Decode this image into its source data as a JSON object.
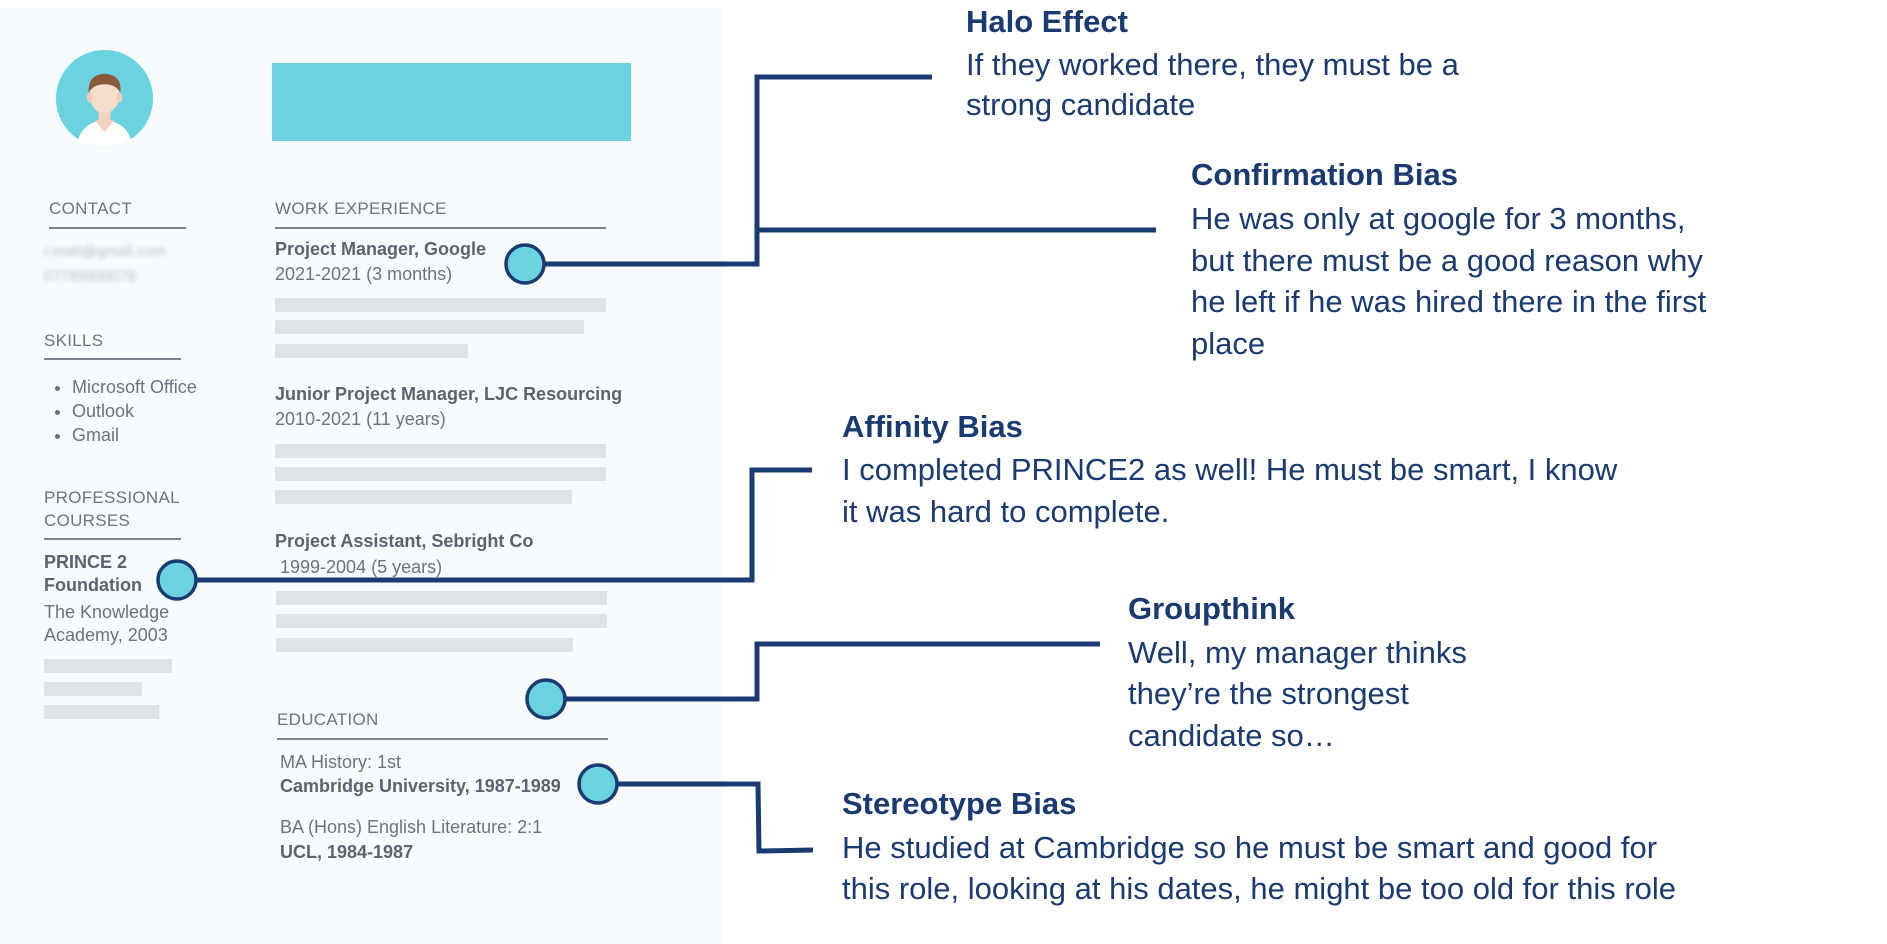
{
  "resume": {
    "contact": {
      "heading": "CONTACT",
      "email": "r.matt@gmail.com",
      "phone": "07789900078"
    },
    "skills": {
      "heading": "SKILLS",
      "items": [
        "Microsoft Office",
        "Outlook",
        "Gmail"
      ]
    },
    "courses": {
      "heading_line1": "PROFESSIONAL",
      "heading_line2": "COURSES",
      "name_line1": "PRINCE 2",
      "name_line2": "Foundation",
      "provider_line1": "The Knowledge",
      "provider_line2": "Academy, 2003"
    },
    "work": {
      "heading": "WORK EXPERIENCE",
      "jobs": [
        {
          "title": "Project Manager, Google",
          "dates": "2021-2021 (3 months)"
        },
        {
          "title": "Junior Project Manager, LJC Resourcing",
          "dates": "2010-2021 (11 years)"
        },
        {
          "title": "Project Assistant, Sebright Co",
          "dates": "1999-2004 (5 years)"
        }
      ]
    },
    "education": {
      "heading": "EDUCATION",
      "entries": [
        {
          "degree": "MA History: 1st",
          "school": "Cambridge University, 1987-1989"
        },
        {
          "degree": "BA (Hons) English Literature: 2:1",
          "school": "UCL, 1984-1987"
        }
      ]
    }
  },
  "annotations": {
    "halo": {
      "title": "Halo Effect",
      "line1": "If they worked there, they must be a",
      "line2": "strong candidate"
    },
    "confirmation": {
      "title": "Confirmation Bias",
      "line1": "He was only at google for 3 months,",
      "line2": "but there must be a good reason why",
      "line3": "he left if he was hired there in the first",
      "line4": "place"
    },
    "affinity": {
      "title": "Affinity Bias",
      "line1": "I completed PRINCE2 as well! He must be smart, I know",
      "line2": "it was hard to complete."
    },
    "groupthink": {
      "title": "Groupthink",
      "line1": "Well, my manager thinks",
      "line2": "they’re the strongest",
      "line3": "candidate so…"
    },
    "stereotype": {
      "title": "Stereotype Bias",
      "line1": "He studied at Cambridge so he must be smart and good for",
      "line2": "this role, looking at his dates, he might be too old for this role"
    }
  },
  "colors": {
    "accent": "#6bd3e0",
    "navy": "#1a3a72",
    "panel": "#f6fbfd"
  }
}
